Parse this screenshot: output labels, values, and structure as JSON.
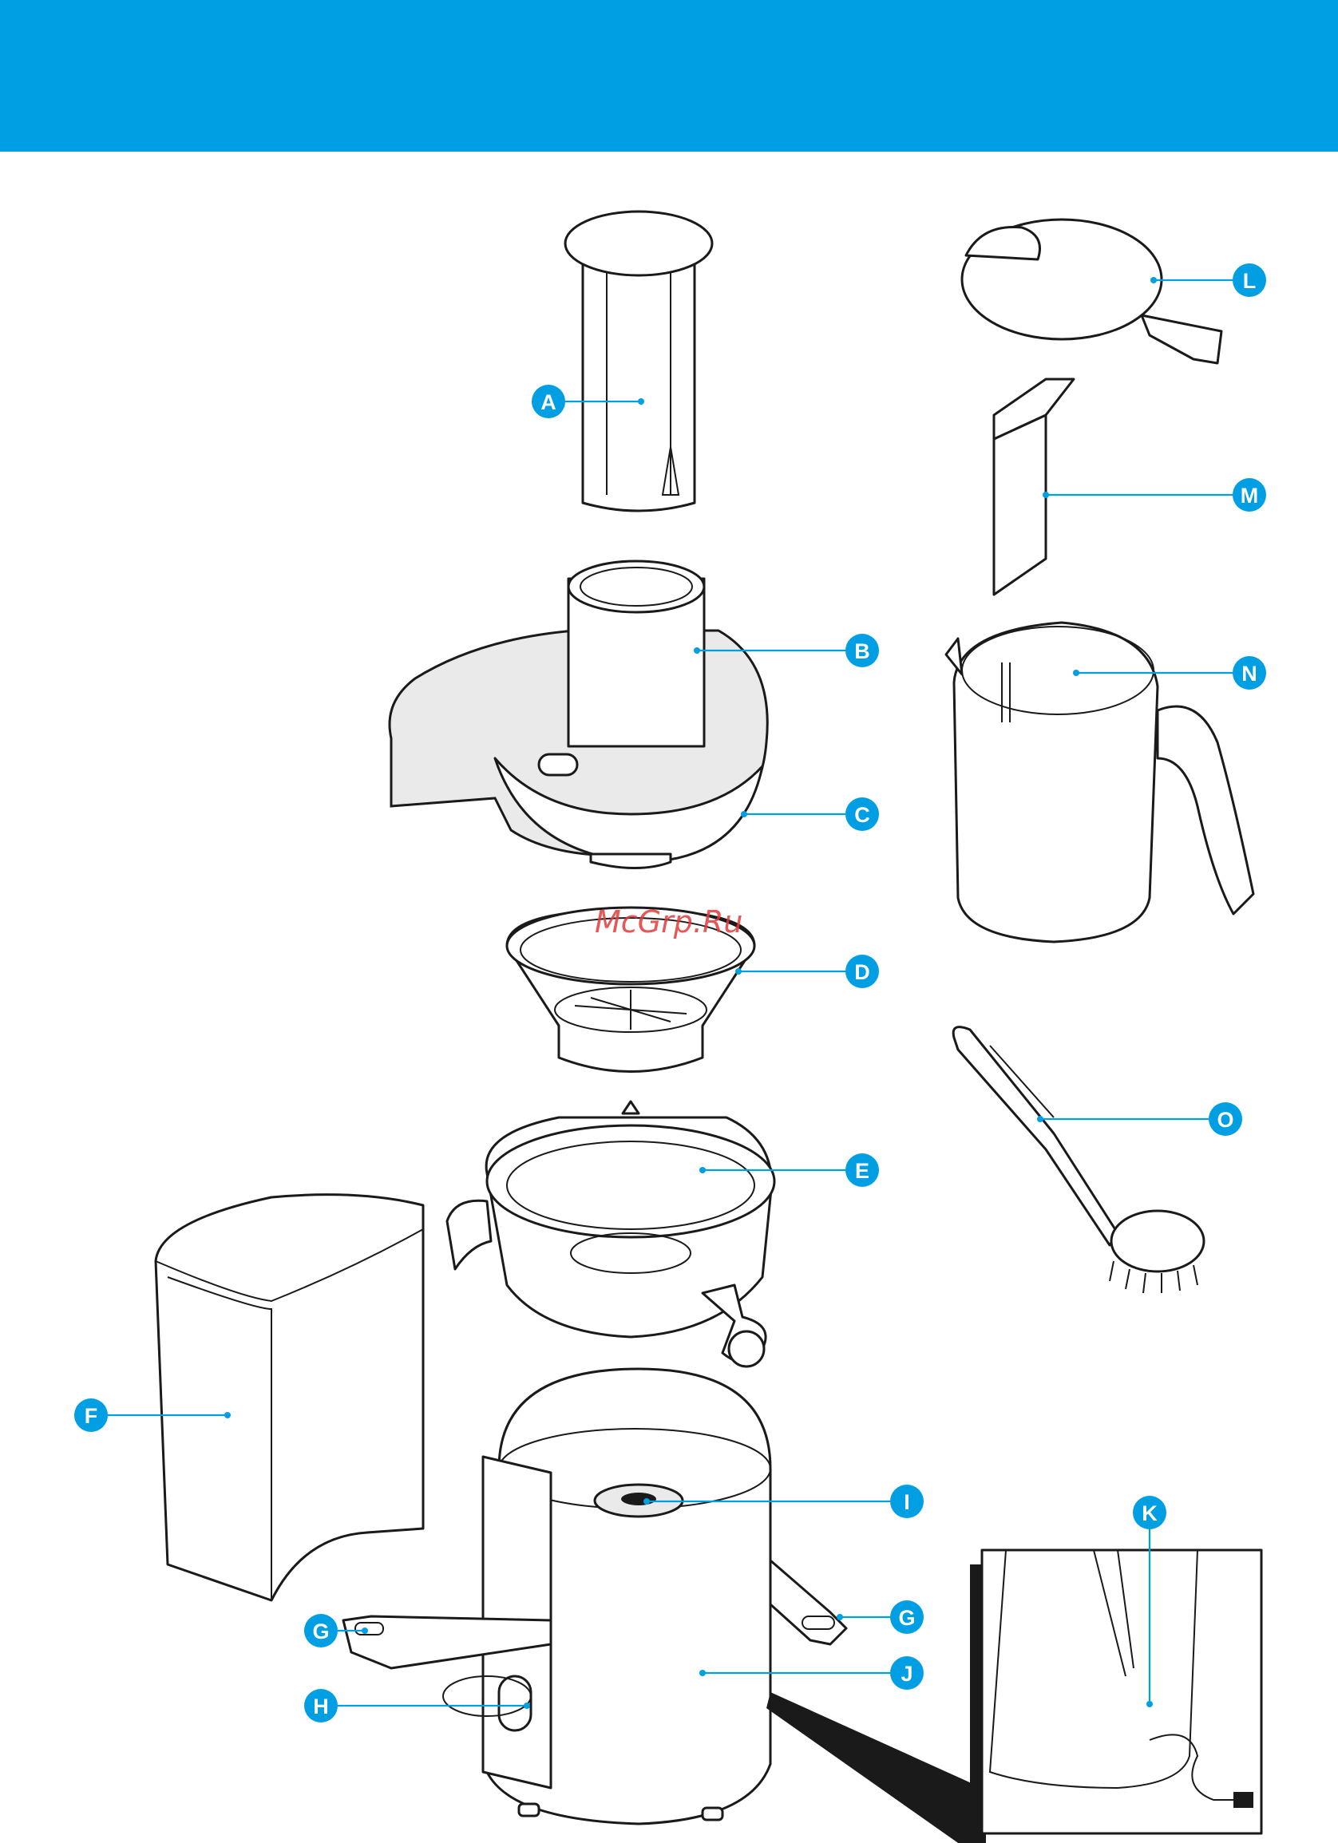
{
  "colors": {
    "accent": "#009fe3",
    "line": "#1a1a1a",
    "watermark": "#e23a3a"
  },
  "watermark": "McGrp.Ru",
  "labels": {
    "A": "A",
    "B": "B",
    "C": "C",
    "D": "D",
    "E": "E",
    "F": "F",
    "G": "G",
    "H": "H",
    "I": "I",
    "J": "J",
    "K": "K",
    "L": "L",
    "M": "M",
    "N": "N",
    "O": "O"
  }
}
